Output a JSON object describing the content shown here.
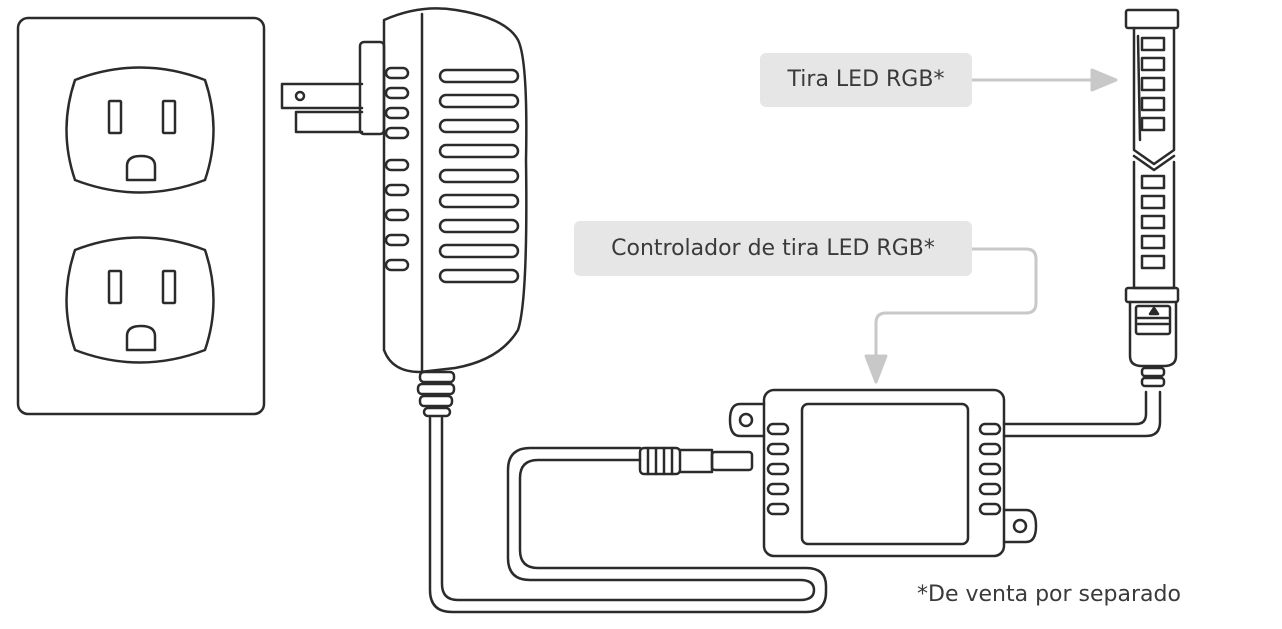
{
  "labels": {
    "led_strip": "Tira LED RGB*",
    "controller": "Controlador de tira LED RGB*",
    "footnote": "*De venta por separado"
  },
  "colors": {
    "line": "#2b2b2b",
    "callout_bg": "#e6e6e6",
    "leader": "#c8c8c8",
    "text": "#3a3a3a"
  },
  "icons": {
    "outlet": "duplex-wall-outlet",
    "adapter": "power-adapter",
    "controller": "led-strip-controller",
    "strip": "rgb-led-strip"
  }
}
